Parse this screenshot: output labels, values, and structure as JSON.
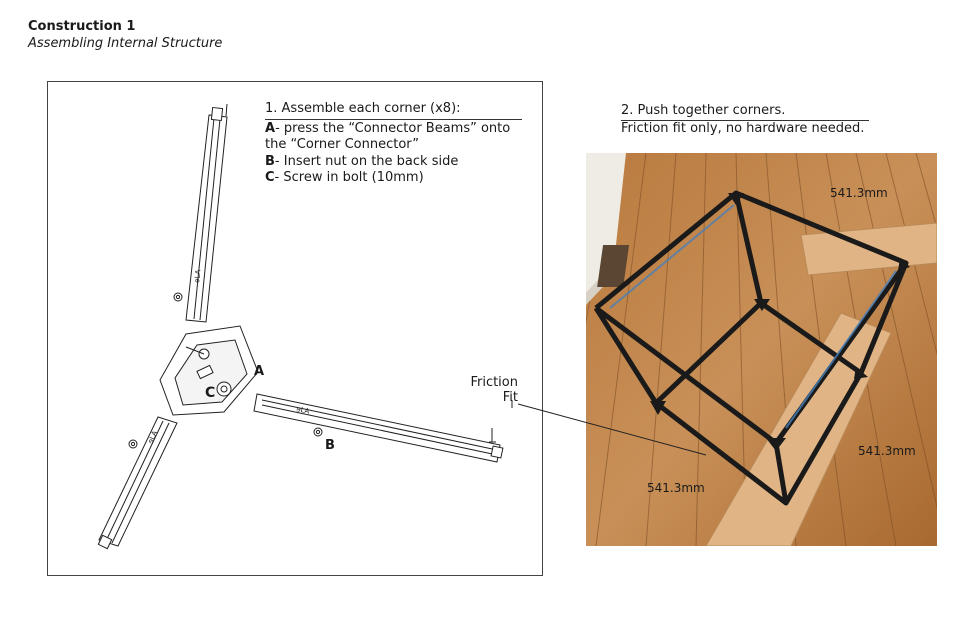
{
  "header": {
    "title": "Construction 1",
    "subtitle": "Assembling Internal Structure"
  },
  "step1": {
    "heading": "1. Assemble each corner (x8):",
    "items": [
      {
        "letter": "A",
        "text": "- press the “Connector Beams” onto the “Corner Connector”"
      },
      {
        "letter": "B",
        "text": "- Insert nut on the back side"
      },
      {
        "letter": "C",
        "text": "- Screw in bolt (10mm)"
      }
    ]
  },
  "diagram_labels": {
    "a": "A",
    "b": "B",
    "c": "C",
    "friction_line1": "Friction",
    "friction_line2": "Fit",
    "beam_mark": "ɘLA"
  },
  "step2": {
    "heading": "2. Push together corners.",
    "note": "Friction fit only, no hardware needed."
  },
  "photo_measurements": {
    "top": "541.3mm",
    "right": "541.3mm",
    "front": "541.3mm"
  },
  "colors": {
    "frame": "#1a1a1a",
    "floor_light": "#c48a4f",
    "floor_dark": "#8a5426",
    "board": "#e0b485",
    "wall": "#efece6"
  }
}
